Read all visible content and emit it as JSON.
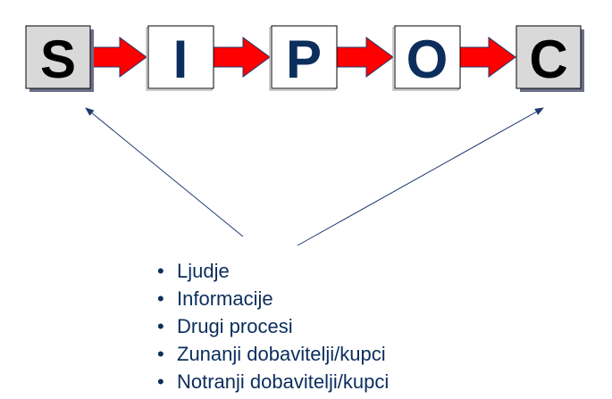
{
  "steps": [
    {
      "letter": "S",
      "fill": "#d9d9d9",
      "text_color": "#000000"
    },
    {
      "letter": "I",
      "fill": "#ffffff",
      "text_color": "#0b2e5c"
    },
    {
      "letter": "P",
      "fill": "#ffffff",
      "text_color": "#0b2e5c"
    },
    {
      "letter": "O",
      "fill": "#ffffff",
      "text_color": "#0b2e5c"
    },
    {
      "letter": "C",
      "fill": "#d9d9d9",
      "text_color": "#000000"
    }
  ],
  "bullet": "•",
  "items": [
    "Ljudje",
    "Informacije",
    "Drugi procesi",
    "Zunanji dobavitelji/kupci",
    "Notranji dobavitelji/kupci"
  ],
  "colors": {
    "arrow": "#ff0000",
    "arrow_outline": "#1f3a6e",
    "text": "#0b2e5c",
    "line": "#1f3a6e"
  }
}
